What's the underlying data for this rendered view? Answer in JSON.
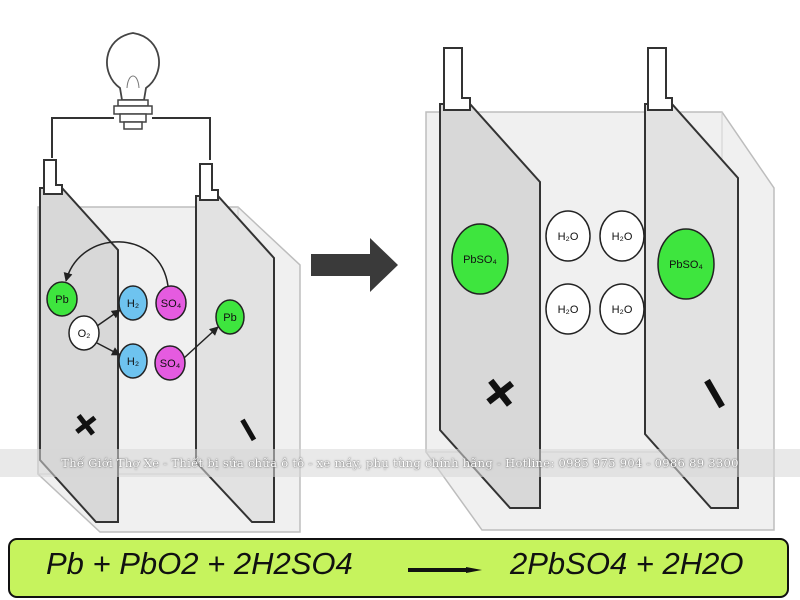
{
  "diagram": {
    "left_cell": {
      "plate_left_symbol": "+",
      "plate_right_symbol": "−",
      "molecules": {
        "pb_left": "Pb",
        "o2": "O₂",
        "h2_top": "H₂",
        "so4_top": "SO₄",
        "h2_bottom": "H₂",
        "so4_bottom": "SO₄",
        "pb_right": "Pb"
      }
    },
    "right_cell": {
      "plate_left_symbol": "+",
      "plate_right_symbol": "−",
      "molecules": {
        "pbso4_left": "PbSO₄",
        "h2o_1": "H₂O",
        "h2o_2": "H₂O",
        "h2o_3": "H₂O",
        "h2o_4": "H₂O",
        "pbso4_right": "PbSO₄"
      }
    },
    "colors": {
      "pb_green": "#3ee53e",
      "h2_blue": "#6ec3ef",
      "so4_magenta": "#e55be0",
      "arrow_gray": "#3a3a3a",
      "equation_bg": "#c6f35d"
    }
  },
  "watermark": "Thế Giới Thợ Xe - Thiết bị sửa chữa ô tô - xe máy, phụ tùng chính hãng - Hotline: 0985 975 904 - 0986 89 3300",
  "equation": {
    "left": "Pb + PbO2 + 2H2SO4",
    "right": "2PbSO4 + 2H2O"
  }
}
